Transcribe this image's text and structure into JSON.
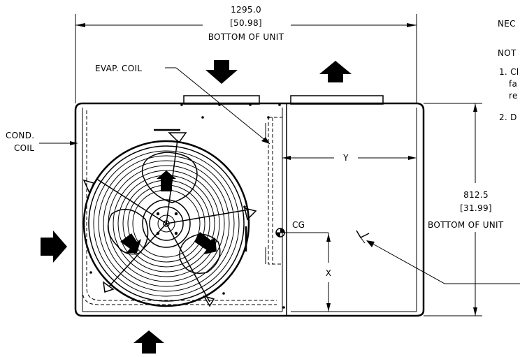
{
  "dimensions": {
    "width_mm": "1295.0",
    "width_in": "[50.98]",
    "width_note": "BOTTOM OF UNIT",
    "height_mm": "812.5",
    "height_in": "[31.99]",
    "height_note": "BOTTOM OF UNIT"
  },
  "labels": {
    "evap_coil": "EVAP. COIL",
    "cond_coil_line1": "COND.",
    "cond_coil_line2": "COIL",
    "cg": "CG",
    "dim_x": "X",
    "dim_y": "Y"
  },
  "notes": {
    "heading_clipped": "NEC",
    "notes_title_clipped": "NOT",
    "line1": "1. Cl",
    "line2": "fa",
    "line3": "re",
    "line4": "2. D"
  },
  "airflow_arrows": [
    {
      "name": "top-left-arrow",
      "direction": "down"
    },
    {
      "name": "top-right-arrow",
      "direction": "up"
    },
    {
      "name": "left-arrow",
      "direction": "right"
    },
    {
      "name": "bottom-arrow",
      "direction": "up"
    }
  ]
}
